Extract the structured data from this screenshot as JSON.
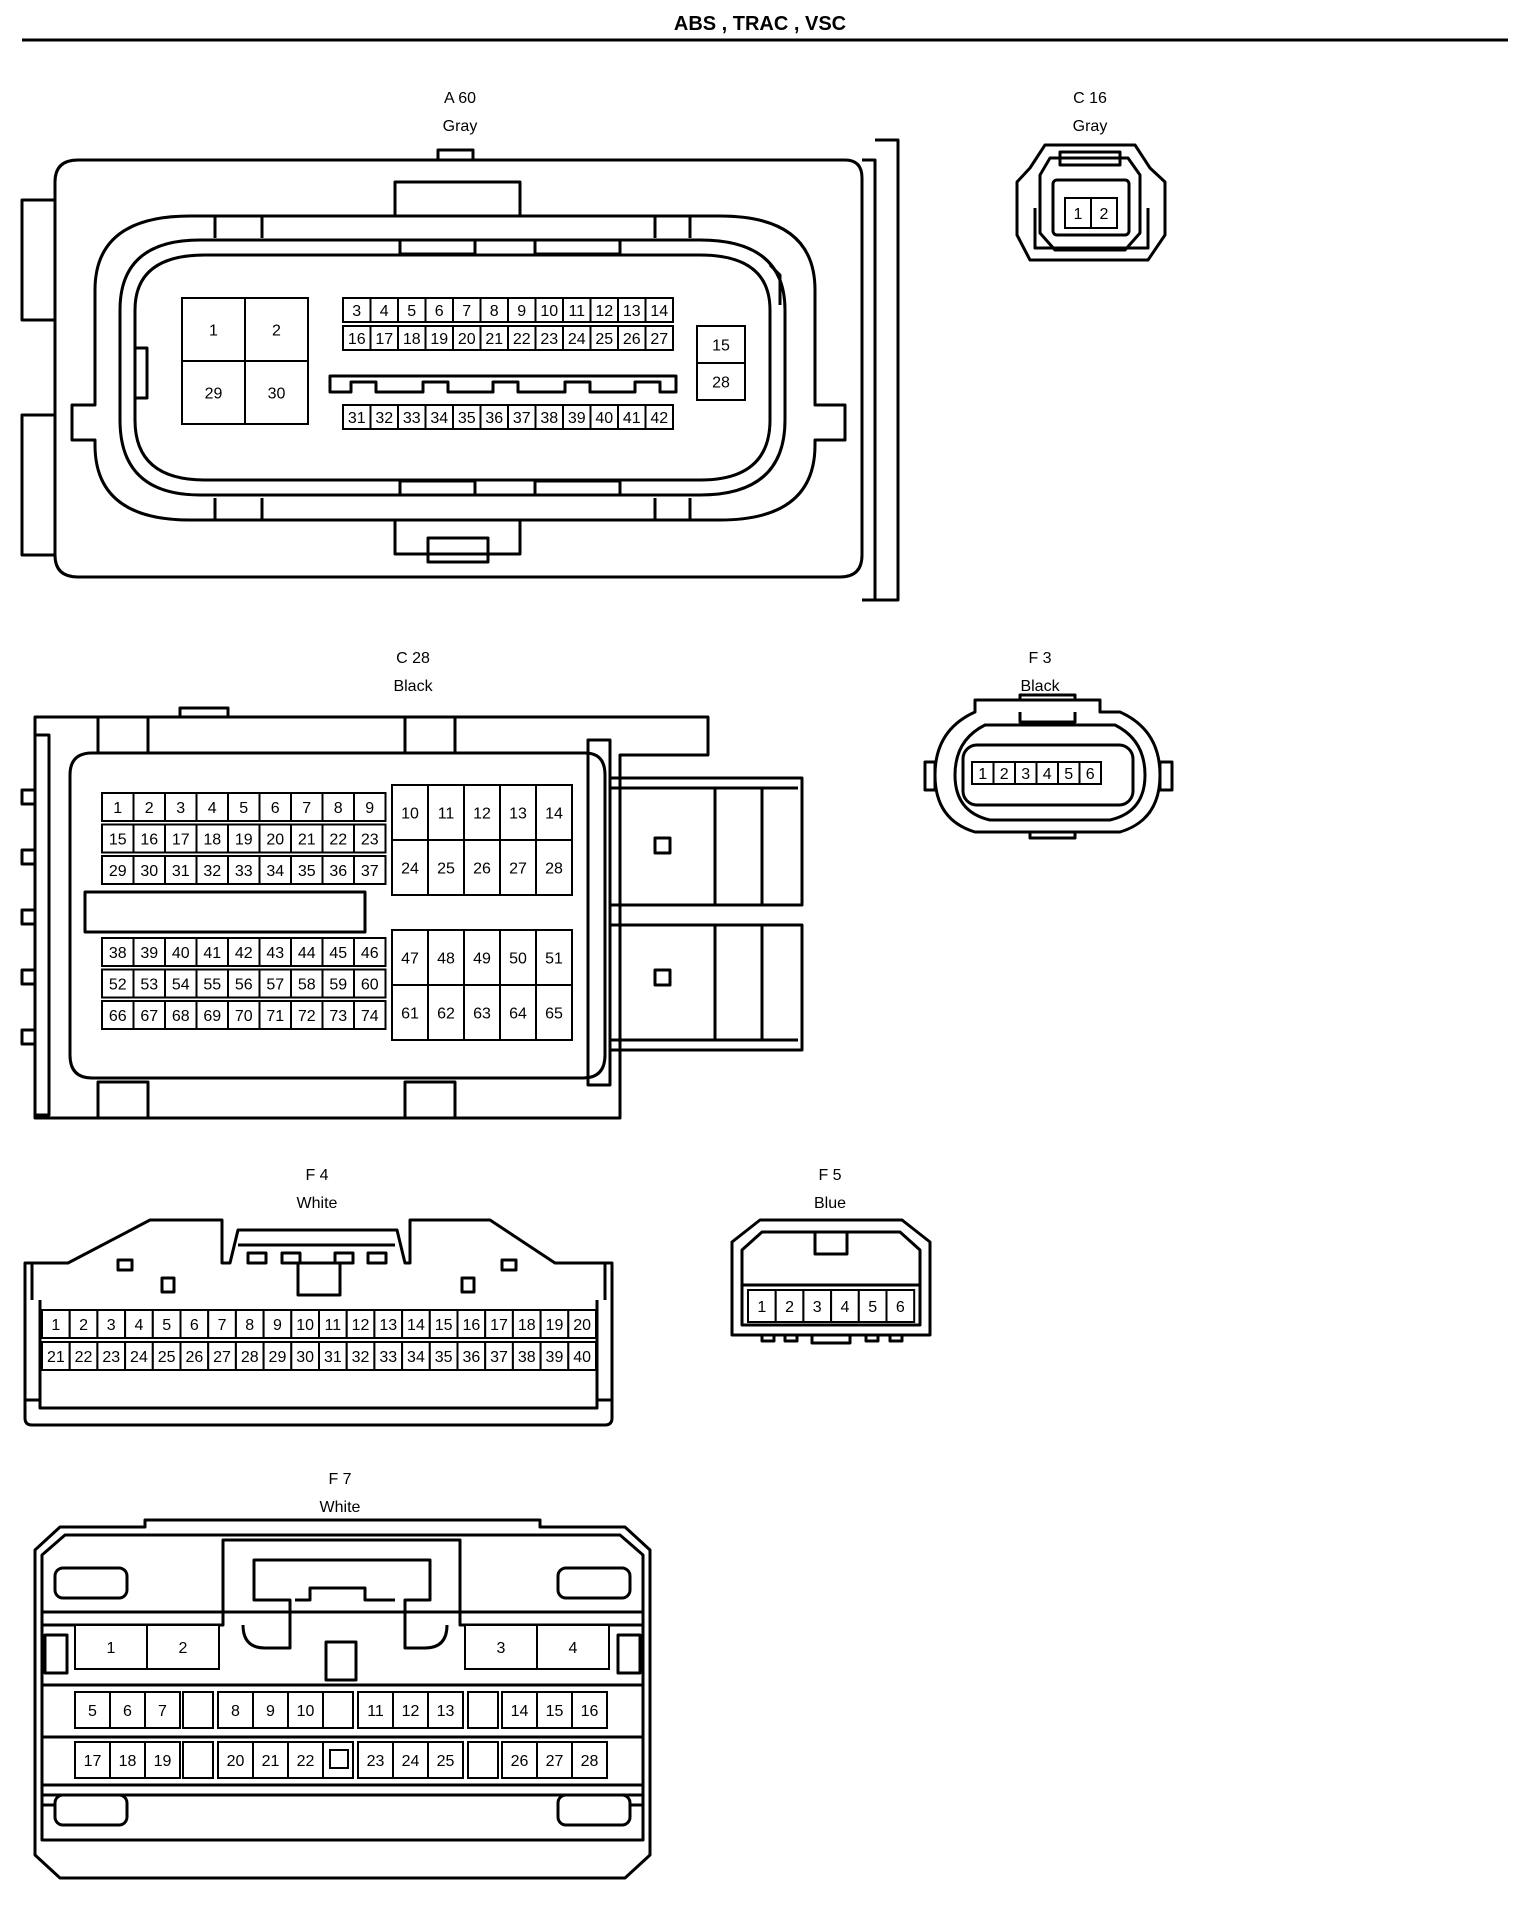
{
  "page_title": "ABS , TRAC , VSC",
  "connectors": {
    "A60": {
      "code": "A 60",
      "color": "Gray",
      "big_pins": [
        "1",
        "2",
        "29",
        "30"
      ],
      "row1": [
        "3",
        "4",
        "5",
        "6",
        "7",
        "8",
        "9",
        "10",
        "11",
        "12",
        "13",
        "14"
      ],
      "row2": [
        "16",
        "17",
        "18",
        "19",
        "20",
        "21",
        "22",
        "23",
        "24",
        "25",
        "26",
        "27"
      ],
      "side": [
        "15",
        "28"
      ],
      "row3": [
        "31",
        "32",
        "33",
        "34",
        "35",
        "36",
        "37",
        "38",
        "39",
        "40",
        "41",
        "42"
      ]
    },
    "C16": {
      "code": "C 16",
      "color": "Gray",
      "pins": [
        "1",
        "2"
      ]
    },
    "C28": {
      "code": "C 28",
      "color": "Black",
      "left_top": [
        [
          "1",
          "2",
          "3",
          "4",
          "5",
          "6",
          "7",
          "8",
          "9"
        ],
        [
          "15",
          "16",
          "17",
          "18",
          "19",
          "20",
          "21",
          "22",
          "23"
        ],
        [
          "29",
          "30",
          "31",
          "32",
          "33",
          "34",
          "35",
          "36",
          "37"
        ]
      ],
      "left_bottom": [
        [
          "38",
          "39",
          "40",
          "41",
          "42",
          "43",
          "44",
          "45",
          "46"
        ],
        [
          "52",
          "53",
          "54",
          "55",
          "56",
          "57",
          "58",
          "59",
          "60"
        ],
        [
          "66",
          "67",
          "68",
          "69",
          "70",
          "71",
          "72",
          "73",
          "74"
        ]
      ],
      "right_top": [
        [
          "10",
          "11",
          "12",
          "13",
          "14"
        ],
        [
          "24",
          "25",
          "26",
          "27",
          "28"
        ]
      ],
      "right_bottom": [
        [
          "47",
          "48",
          "49",
          "50",
          "51"
        ],
        [
          "61",
          "62",
          "63",
          "64",
          "65"
        ]
      ]
    },
    "F3": {
      "code": "F 3",
      "color": "Black",
      "pins": [
        "1",
        "2",
        "3",
        "4",
        "5",
        "6"
      ]
    },
    "F4": {
      "code": "F 4",
      "color": "White",
      "row1": [
        "1",
        "2",
        "3",
        "4",
        "5",
        "6",
        "7",
        "8",
        "9",
        "10",
        "11",
        "12",
        "13",
        "14",
        "15",
        "16",
        "17",
        "18",
        "19",
        "20"
      ],
      "row2": [
        "21",
        "22",
        "23",
        "24",
        "25",
        "26",
        "27",
        "28",
        "29",
        "30",
        "31",
        "32",
        "33",
        "34",
        "35",
        "36",
        "37",
        "38",
        "39",
        "40"
      ]
    },
    "F5": {
      "code": "F 5",
      "color": "Blue",
      "pins": [
        "1",
        "2",
        "3",
        "4",
        "5",
        "6"
      ]
    },
    "F7": {
      "code": "F 7",
      "color": "White",
      "top": [
        "1",
        "2",
        "3",
        "4"
      ],
      "row2": [
        [
          "5",
          "6",
          "7"
        ],
        [
          "8",
          "9",
          "10"
        ],
        [
          "11",
          "12",
          "13"
        ],
        [
          "14",
          "15",
          "16"
        ]
      ],
      "row3": [
        [
          "17",
          "18",
          "19"
        ],
        [
          "20",
          "21",
          "22"
        ],
        [
          "23",
          "24",
          "25"
        ],
        [
          "26",
          "27",
          "28"
        ]
      ]
    }
  }
}
